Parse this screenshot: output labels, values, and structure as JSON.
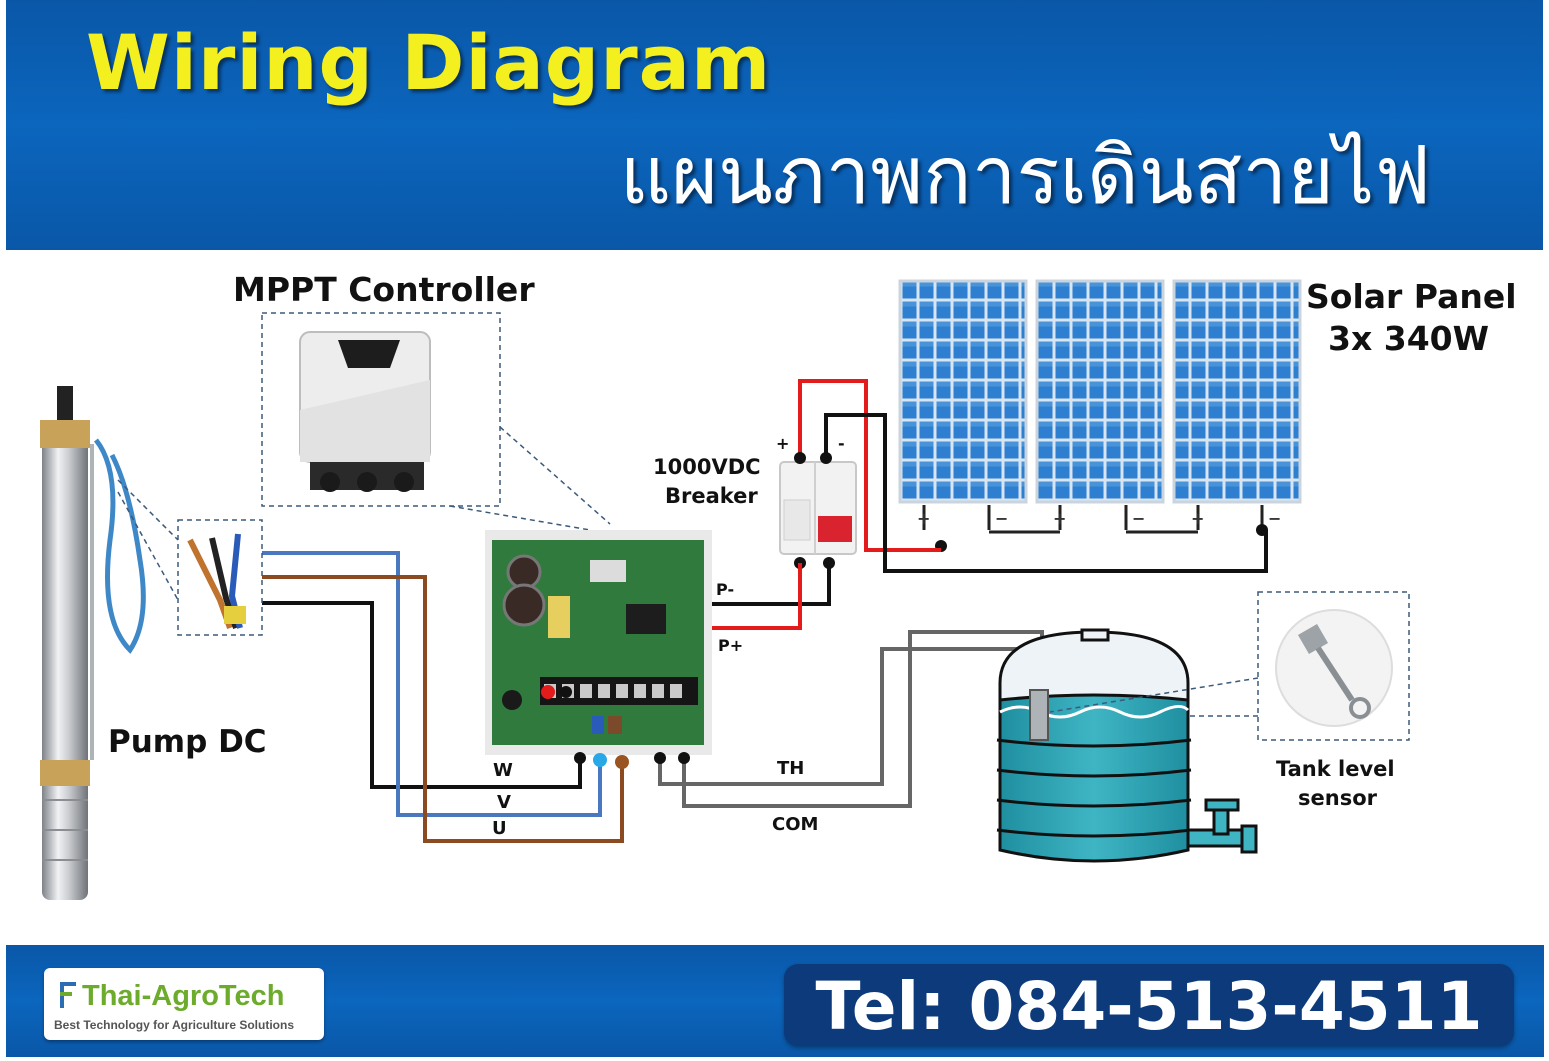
{
  "header": {
    "title_en": "Wiring Diagram",
    "title_th": "แผนภาพการเดินสายไฟ"
  },
  "components": {
    "controller": "MPPT Controller",
    "solar_line1": "Solar Panel",
    "solar_line2": "3x 340W",
    "breaker_line1": "1000VDC",
    "breaker_line2": "Breaker",
    "pump": "Pump DC",
    "sensor_line1": "Tank level",
    "sensor_line2": "sensor"
  },
  "wires": {
    "w": "W",
    "v": "V",
    "u": "U",
    "p_minus": "P-",
    "p_plus": "P+",
    "th": "TH",
    "com": "COM",
    "plus": "+",
    "minus": "-"
  },
  "footer": {
    "logo_name": "Thai-AgroTech",
    "logo_tagline": "Best Technology for Agriculture Solutions",
    "tel": "Tel: 084-513-4511"
  },
  "colors": {
    "header_blue": "#0b66bd",
    "title_yellow": "#f4ef1e",
    "wire_red": "#e31b1b",
    "wire_black": "#111111",
    "wire_blue": "#4a78c0",
    "wire_brown": "#8b4a1f",
    "wire_gray": "#666666"
  }
}
